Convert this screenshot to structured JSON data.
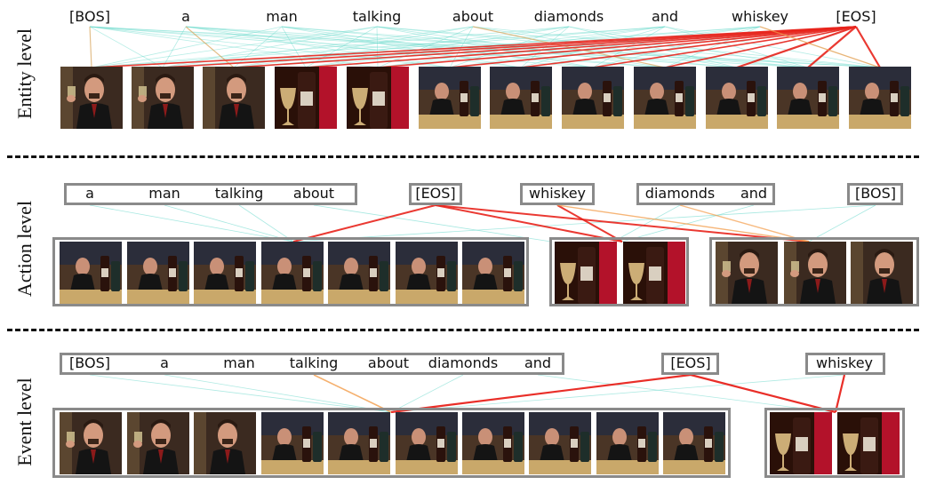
{
  "levels": [
    {
      "label": "Entity level",
      "tokens": [
        "[BOS]",
        "a",
        "man",
        "talking",
        "about",
        "diamonds",
        "and",
        "whiskey",
        "[EOS]"
      ],
      "groups": [
        {
          "tokens": [
            "[BOS]",
            "a",
            "man",
            "talking",
            "about",
            "diamonds",
            "and",
            "whiskey",
            "[EOS]"
          ]
        }
      ],
      "frames": [
        "man-holding-glass",
        "man-holding-glass",
        "man-speaking",
        "whiskey-bottle",
        "whiskey-bottle",
        "man-seated-bottle",
        "man-seated-bottle",
        "man-seated-bottle",
        "man-seated-bottle",
        "man-seated-bottle",
        "man-seated-bottle",
        "man-seated-bottle"
      ],
      "frame_groups": [
        12
      ]
    },
    {
      "label": "Action level",
      "tokens": [
        "a",
        "man",
        "talking",
        "about",
        "[EOS]",
        "whiskey",
        "diamonds",
        "and",
        "[BOS]"
      ],
      "groups": [
        {
          "tokens": [
            "a",
            "man",
            "talking",
            "about"
          ]
        },
        {
          "tokens": [
            "[EOS]"
          ]
        },
        {
          "tokens": [
            "whiskey"
          ]
        },
        {
          "tokens": [
            "diamonds",
            "and"
          ]
        },
        {
          "tokens": [
            "[BOS]"
          ]
        }
      ],
      "frames": [
        "man-seated-bottle",
        "man-seated-bottle",
        "man-seated-bottle",
        "man-seated-bottle",
        "man-seated-bottle",
        "man-seated-bottle",
        "man-seated-bottle",
        "whiskey-bottle",
        "whiskey-bottle",
        "man-holding-glass",
        "man-holding-glass",
        "man-speaking"
      ],
      "frame_groups": [
        7,
        2,
        3
      ]
    },
    {
      "label": "Event level",
      "tokens": [
        "[BOS]",
        "a",
        "man",
        "talking",
        "about",
        "diamonds",
        "and",
        "[EOS]",
        "whiskey"
      ],
      "groups": [
        {
          "tokens": [
            "[BOS]",
            "a",
            "man",
            "talking",
            "about",
            "diamonds",
            "and"
          ]
        },
        {
          "tokens": [
            "[EOS]"
          ]
        },
        {
          "tokens": [
            "whiskey"
          ]
        }
      ],
      "frames": [
        "man-holding-glass",
        "man-holding-glass",
        "man-speaking",
        "man-seated-bottle",
        "man-seated-bottle",
        "man-seated-bottle",
        "man-seated-bottle",
        "man-seated-bottle",
        "man-seated-bottle",
        "man-seated-bottle",
        "whiskey-bottle",
        "whiskey-bottle"
      ],
      "frame_groups": [
        10,
        2
      ]
    }
  ],
  "colors": {
    "strong": "#e8231c",
    "medium": "#f39c4a",
    "weak": "#5fd6c8",
    "box_border": "#8a8a8a",
    "divider": "#111111"
  }
}
